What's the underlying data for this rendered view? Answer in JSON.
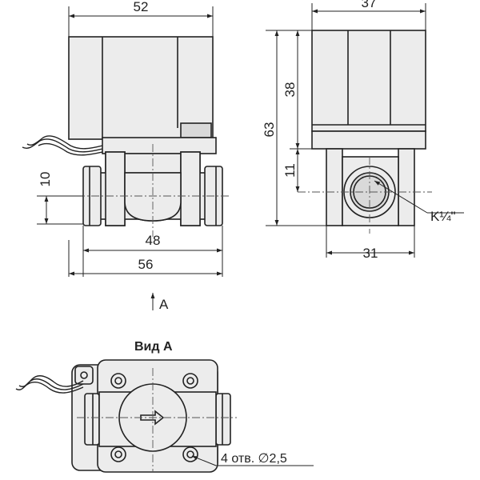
{
  "dimensions": {
    "front_width_top": "52",
    "front_height_10": "10",
    "front_width_48": "48",
    "front_width_56": "56",
    "side_width_top": "37",
    "side_height_38": "38",
    "side_height_63": "63",
    "side_height_11": "11",
    "side_width_31": "31"
  },
  "labels": {
    "thread": "K¼\"",
    "view_arrow": "А",
    "view_title": "Вид А",
    "holes_note": "4 отв. ∅2,5"
  }
}
